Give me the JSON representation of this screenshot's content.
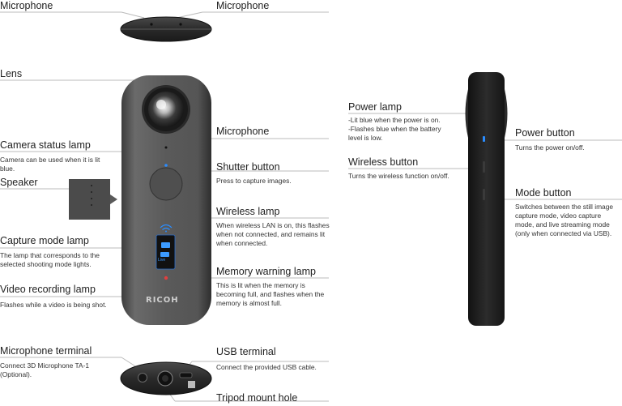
{
  "brand": "RICOH",
  "labels": {
    "microphone_left": "Microphone",
    "microphone_right": "Microphone",
    "lens": "Lens",
    "microphone_front": "Microphone",
    "camera_status_lamp": "Camera status lamp",
    "camera_status_lamp_desc": "Camera can be used when it is lit blue.",
    "shutter_button": "Shutter button",
    "shutter_button_desc": "Press to capture images.",
    "speaker": "Speaker",
    "wireless_lamp": "Wireless lamp",
    "wireless_lamp_desc": "When wireless LAN is on, this flashes when not connected, and remains lit when connected.",
    "capture_mode_lamp": "Capture mode lamp",
    "capture_mode_lamp_desc": "The lamp that corresponds to the selected shooting mode lights.",
    "memory_warning_lamp": "Memory warning lamp",
    "memory_warning_lamp_desc": "This is lit when the memory is becoming full, and flashes when the memory is almost full.",
    "video_recording_lamp": "Video recording lamp",
    "video_recording_lamp_desc": "Flashes while a video is being shot.",
    "microphone_terminal": "Microphone terminal",
    "microphone_terminal_desc": "Connect 3D Microphone TA-1 (Optional).",
    "usb_terminal": "USB terminal",
    "usb_terminal_desc": "Connect the provided USB cable.",
    "tripod_mount_hole": "Tripod mount hole",
    "power_lamp": "Power lamp",
    "power_lamp_desc_1": "-Lit blue when the power is on.",
    "power_lamp_desc_2": "-Flashes blue when the battery level is low.",
    "power_button": "Power button",
    "power_button_desc": "Turns the power on/off.",
    "wireless_button": "Wireless button",
    "wireless_button_desc": "Turns the wireless function on/off.",
    "mode_button": "Mode button",
    "mode_button_desc": "Switches between the still image capture mode, video capture mode, and live streaming mode (only when connected via USB)."
  },
  "mode_panel": {
    "live": "Live"
  },
  "icons": [
    "wifi-icon",
    "camera-icon",
    "video-icon",
    "hash-icon"
  ],
  "colors": {
    "lamp_blue": "#2a8cff",
    "lamp_red": "#e04040",
    "line": "#bbbbbb",
    "body": "#5e5e5e"
  }
}
